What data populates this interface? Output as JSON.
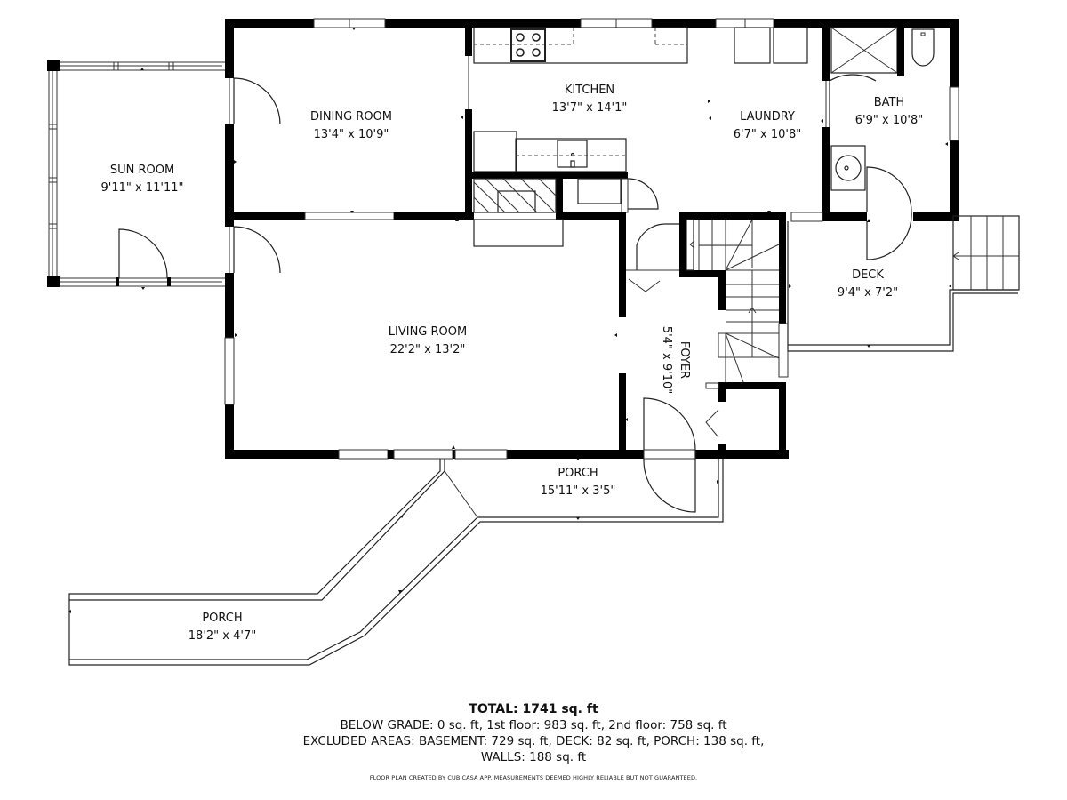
{
  "floor_plan": {
    "rooms": [
      {
        "id": "sun-room",
        "name": "SUN ROOM",
        "dimensions": "9'11\" x 11'11\""
      },
      {
        "id": "dining-room",
        "name": "DINING ROOM",
        "dimensions": "13'4\" x 10'9\""
      },
      {
        "id": "kitchen",
        "name": "KITCHEN",
        "dimensions": "13'7\" x 14'1\""
      },
      {
        "id": "laundry",
        "name": "LAUNDRY",
        "dimensions": "6'7\" x 10'8\""
      },
      {
        "id": "bath",
        "name": "BATH",
        "dimensions": "6'9\" x 10'8\""
      },
      {
        "id": "living-room",
        "name": "LIVING ROOM",
        "dimensions": "22'2\" x 13'2\""
      },
      {
        "id": "foyer",
        "name": "FOYER",
        "dimensions": "5'4\" x 9'10\""
      },
      {
        "id": "deck",
        "name": "DECK",
        "dimensions": "9'4\" x 7'2\""
      },
      {
        "id": "porch-front",
        "name": "PORCH",
        "dimensions": "15'11\" x 3'5\""
      },
      {
        "id": "porch-side",
        "name": "PORCH",
        "dimensions": "18'2\" x 4'7\""
      }
    ],
    "colors": {
      "wall": "#000000",
      "line": "#222222",
      "background": "#ffffff"
    }
  },
  "summary": {
    "total": "TOTAL: 1741 sq. ft",
    "line1": "BELOW GRADE: 0 sq. ft, 1st floor: 983 sq. ft, 2nd floor: 758 sq. ft",
    "line2": "EXCLUDED AREAS: BASEMENT: 729 sq. ft, DECK: 82 sq. ft, PORCH: 138 sq. ft,",
    "line3": "WALLS: 188 sq. ft",
    "disclaimer": "FLOOR PLAN CREATED BY CUBICASA APP. MEASUREMENTS DEEMED HIGHLY RELIABLE BUT NOT GUARANTEED."
  }
}
